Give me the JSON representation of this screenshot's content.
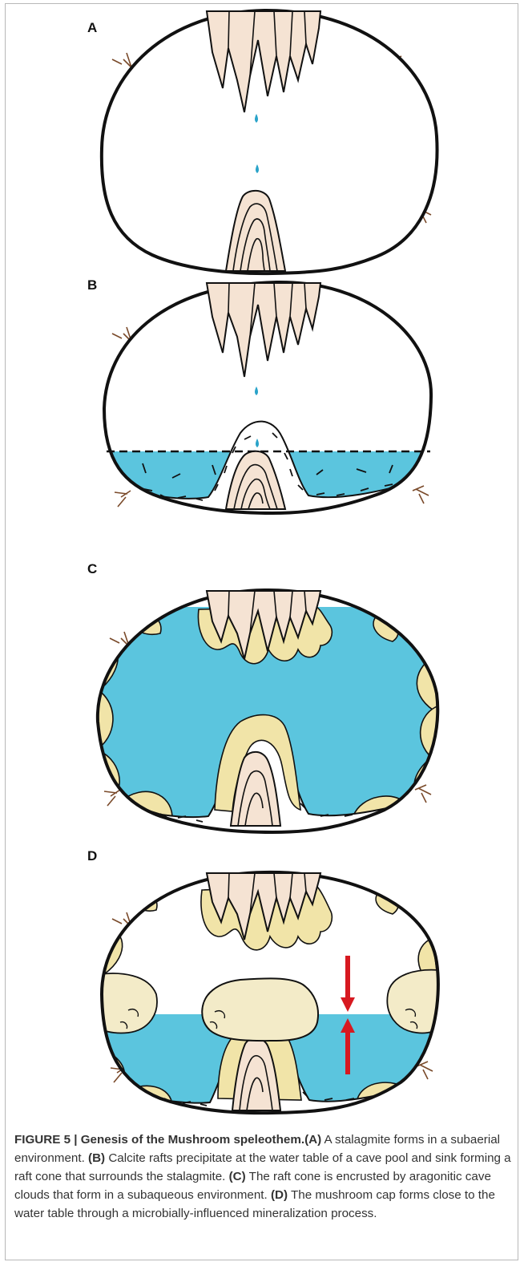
{
  "panels": [
    {
      "label": "A"
    },
    {
      "label": "B"
    },
    {
      "label": "C"
    },
    {
      "label": "D"
    }
  ],
  "colors": {
    "water": "#5bc5de",
    "rock": "#f5e3d3",
    "crust": "#f1e4a8",
    "cap": "#f3ebc8",
    "outline": "#111111",
    "roots": "#7a4a2a",
    "arrow": "#d71920"
  },
  "caption": {
    "title": "FIGURE 5 | Genesis of the Mushroom speleothem.",
    "a_tag": "(A)",
    "a_text": " A stalagmite forms in a subaerial environment. ",
    "b_tag": "(B)",
    "b_text": " Calcite rafts precipitate at the water table of a cave pool and sink forming a raft cone that surrounds the stalagmite. ",
    "c_tag": "(C)",
    "c_text": " The raft cone is encrusted by aragonitic cave clouds that form in a subaqueous environment. ",
    "d_tag": "(D)",
    "d_text": " The mushroom cap forms close to the water table through a microbially-influenced mineralization process."
  }
}
